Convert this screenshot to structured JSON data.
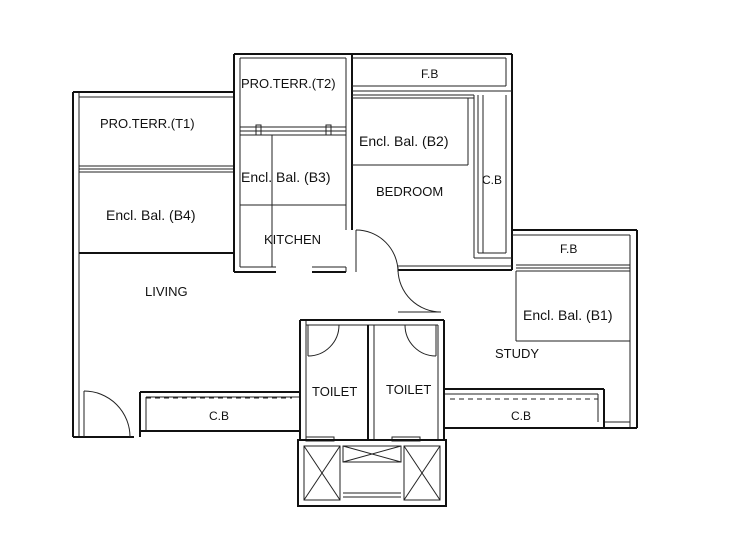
{
  "rooms": {
    "pro_terr_t1": "PRO.TERR.(T1)",
    "pro_terr_t2": "PRO.TERR.(T2)",
    "fb_top": "F.B",
    "encl_bal_b2": "Encl. Bal. (B2)",
    "encl_bal_b3": "Encl. Bal. (B3)",
    "cb_right_vertical": "C.B",
    "bedroom": "BEDROOM",
    "encl_bal_b4": "Encl. Bal. (B4)",
    "kitchen": "KITCHEN",
    "fb_right": "F.B",
    "living": "LIVING",
    "encl_bal_b1": "Encl. Bal. (B1)",
    "study": "STUDY",
    "toilet_left": "TOILET",
    "toilet_right": "TOILET",
    "cb_bottom_left": "C.B",
    "cb_bottom_right": "C.B"
  }
}
